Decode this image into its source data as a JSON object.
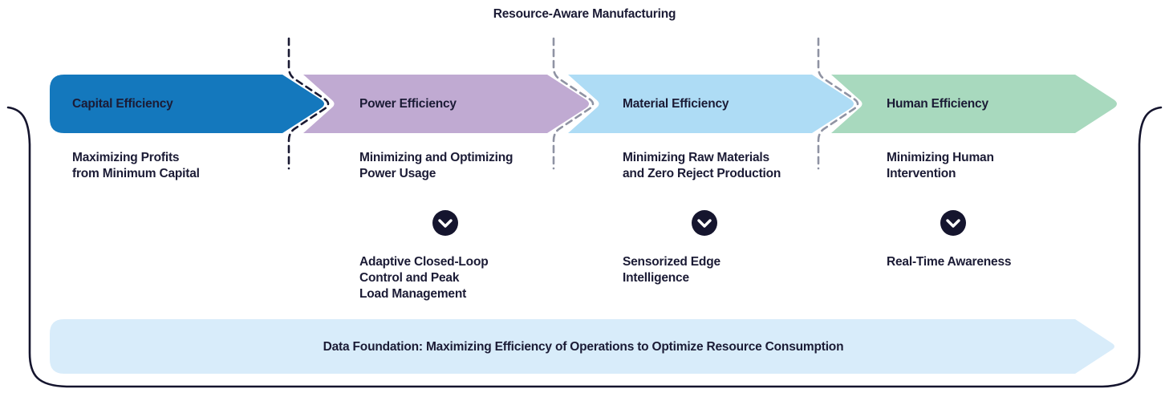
{
  "title": "Resource-Aware Manufacturing",
  "colors": {
    "capital": "#1478bd",
    "power": "#c0aad2",
    "material": "#aedcf5",
    "human": "#a8d9be",
    "foundation_bar": "#d8ecfa",
    "text_navy": "#1b1b35",
    "circle_navy": "#15152e",
    "dash_dark": "#1a1a33",
    "dash_gray": "#8f93a3",
    "bracket": "#15152e"
  },
  "stages": [
    {
      "label": "Capital Efficiency",
      "description": "Maximizing Profits\nfrom Minimum Capital"
    },
    {
      "label": "Power Efficiency",
      "description": "Minimizing and Optimizing\nPower Usage",
      "enabler": "Adaptive Closed-Loop\nControl and Peak\nLoad Management"
    },
    {
      "label": "Material Efficiency",
      "description": "Minimizing Raw Materials\nand Zero Reject Production",
      "enabler": "Sensorized Edge\nIntelligence"
    },
    {
      "label": "Human Efficiency",
      "description": "Minimizing Human\nIntervention",
      "enabler": "Real-Time Awareness"
    }
  ],
  "foundation": {
    "label": "Data Foundation: Maximizing Efficiency of Operations to Optimize Resource Consumption"
  },
  "icons": {
    "arrow_circle": "chevron-down-icon"
  }
}
